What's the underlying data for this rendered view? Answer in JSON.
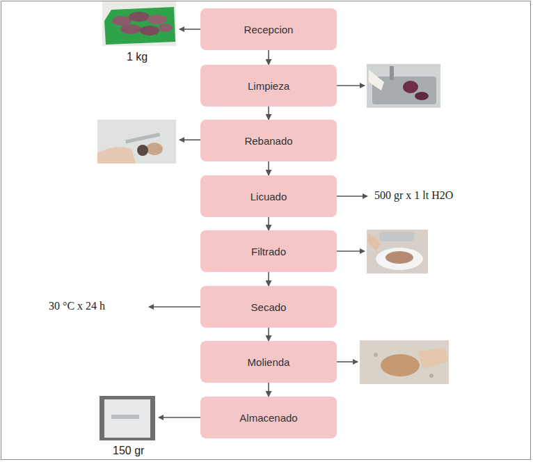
{
  "diagram": {
    "nodes": [
      {
        "text": [
          "Recepcion"
        ]
      },
      {
        "text": [
          "Limpieza"
        ]
      },
      {
        "text": [
          "Rebanado"
        ]
      },
      {
        "text": [
          "Licuado"
        ]
      },
      {
        "text": [
          "Filtrado"
        ]
      },
      {
        "text": [
          "Secado"
        ]
      },
      {
        "text": [
          "Molienda"
        ]
      },
      {
        "text": [
          "Almacenado"
        ]
      }
    ],
    "edges": [
      {
        "from": 0,
        "to": 1,
        "arrow": "to"
      },
      {
        "from": 1,
        "to": 2,
        "arrow": "to"
      },
      {
        "from": 2,
        "to": 3,
        "arrow": "to"
      },
      {
        "from": 3,
        "to": 4,
        "arrow": "to"
      },
      {
        "from": 4,
        "to": 5,
        "arrow": "to"
      },
      {
        "from": 5,
        "to": 6,
        "arrow": "to"
      },
      {
        "from": 6,
        "to": 7,
        "arrow": "to"
      }
    ],
    "labels": [
      "1 kg",
      "500 gr x 1 lt H2O",
      "30 °C x 24 h",
      "150 gr"
    ]
  }
}
